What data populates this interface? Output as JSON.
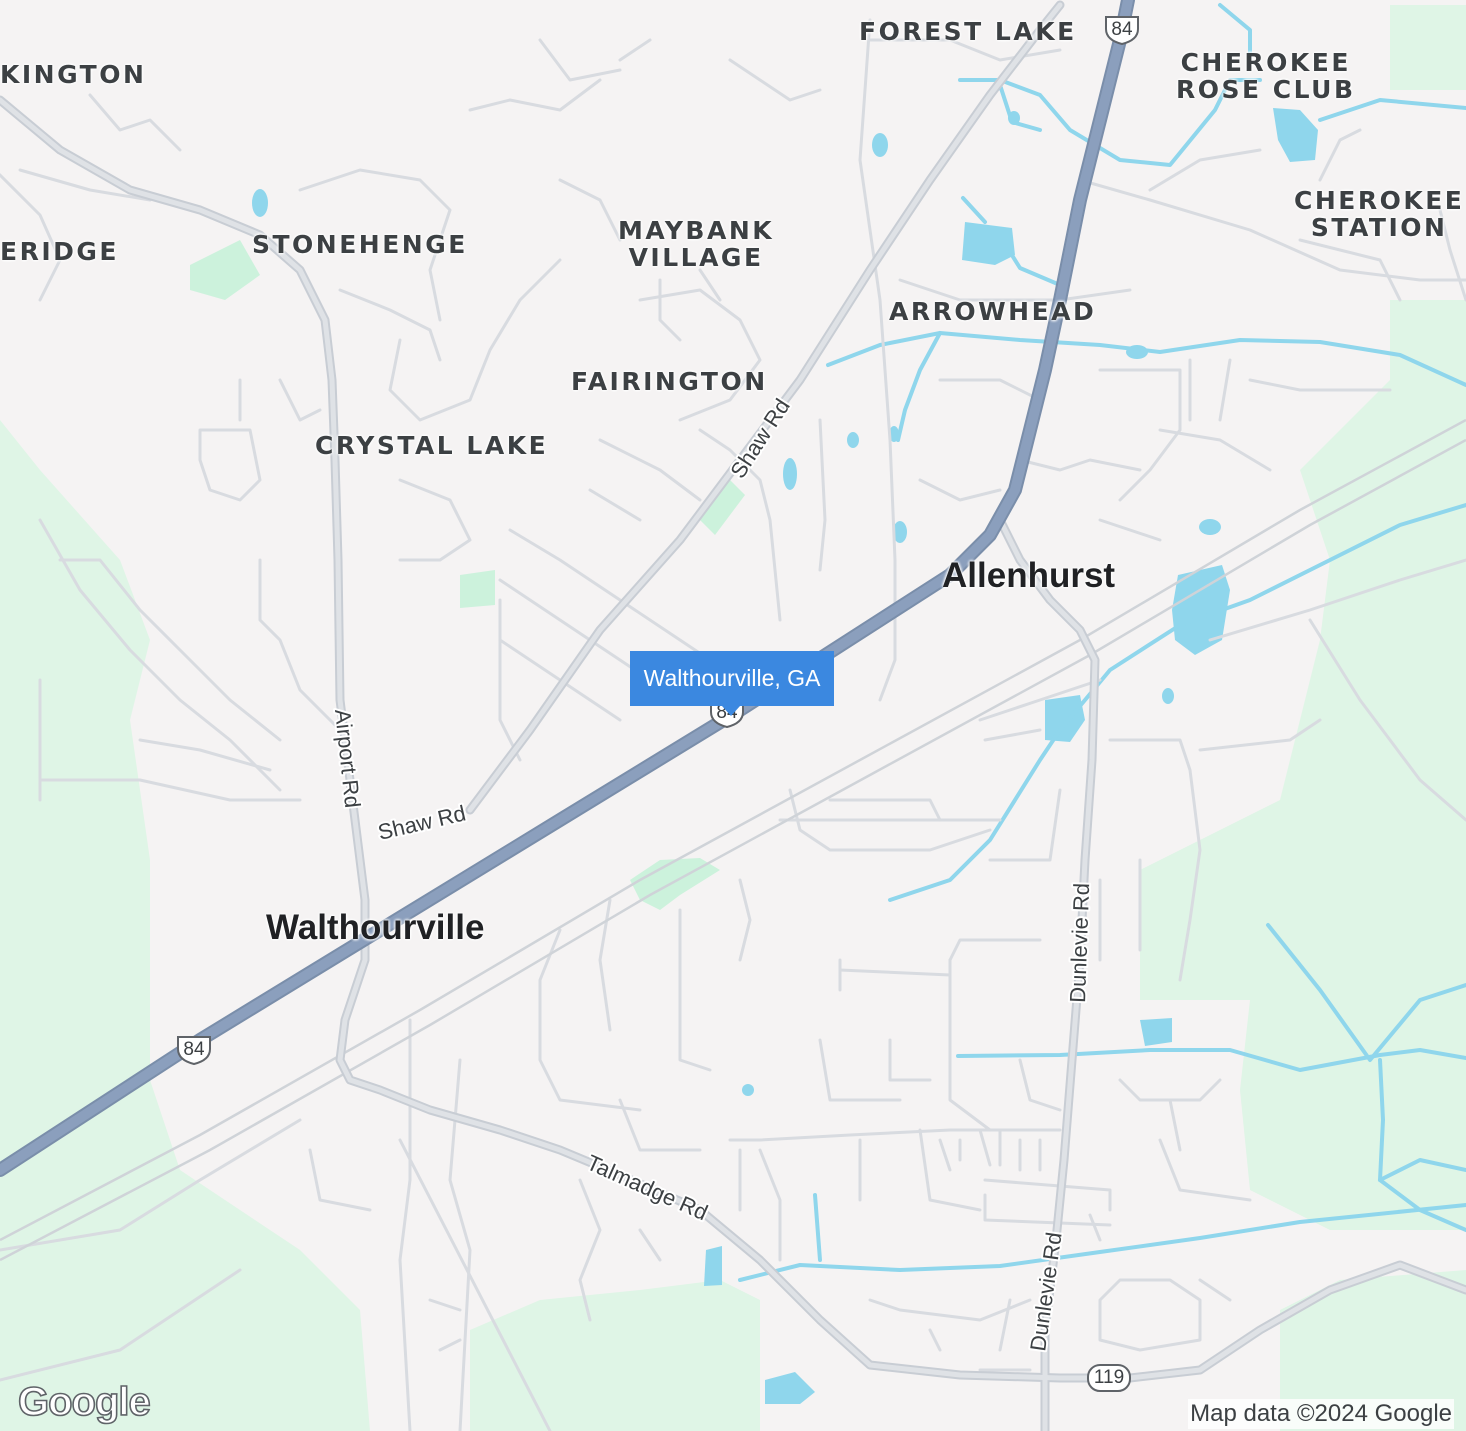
{
  "location": "Walthourville, GA",
  "attribution": "Map data ©2024 Google",
  "logo_text": "Google",
  "colors": {
    "land": "#f5f3f3",
    "park": "#ccf2dc",
    "forest": "#dff5e6",
    "water": "#8fd6ec",
    "highway": "#8b9fbd",
    "minor_road": "#d4d8de",
    "marker": "#3b88e0"
  },
  "neighborhoods": [
    {
      "id": "kington",
      "label": "KINGTON"
    },
    {
      "id": "eridge",
      "label": "ERIDGE"
    },
    {
      "id": "stonehenge",
      "label": "STONEHENGE"
    },
    {
      "id": "maybank",
      "label": "MAYBANK VILLAGE",
      "lines": [
        "MAYBANK",
        "VILLAGE"
      ]
    },
    {
      "id": "forest-lake",
      "label": "FOREST LAKE"
    },
    {
      "id": "cherokee-rose",
      "label": "CHEROKEE ROSE CLUB",
      "lines": [
        "CHEROKEE",
        "ROSE CLUB"
      ]
    },
    {
      "id": "cherokee-station",
      "label": "CHEROKEE STATION",
      "lines": [
        "CHEROKEE",
        "STATION"
      ]
    },
    {
      "id": "arrowhead",
      "label": "ARROWHEAD"
    },
    {
      "id": "fairington",
      "label": "FAIRINGTON"
    },
    {
      "id": "crystal-lake",
      "label": "CRYSTAL LAKE"
    }
  ],
  "cities": [
    {
      "id": "allenhurst",
      "label": "Allenhurst"
    },
    {
      "id": "walthourville",
      "label": "Walthourville"
    }
  ],
  "roads": [
    {
      "id": "shaw-rd-north",
      "label": "Shaw Rd"
    },
    {
      "id": "shaw-rd-south",
      "label": "Shaw Rd"
    },
    {
      "id": "airport-rd",
      "label": "Airport Rd"
    },
    {
      "id": "talmadge-rd",
      "label": "Talmadge Rd"
    },
    {
      "id": "dunlevie-rd-north",
      "label": "Dunlevie Rd"
    },
    {
      "id": "dunlevie-rd-south",
      "label": "Dunlevie Rd"
    }
  ],
  "route_shields": [
    {
      "id": "us84-north",
      "number": "84"
    },
    {
      "id": "us84-center",
      "number": "84"
    },
    {
      "id": "us84-south",
      "number": "84"
    },
    {
      "id": "ga119",
      "number": "119"
    }
  ]
}
